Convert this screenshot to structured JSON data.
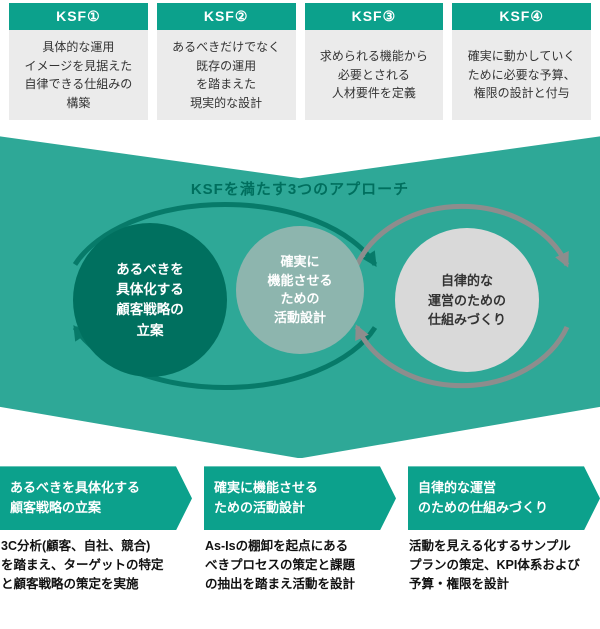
{
  "colors": {
    "teal": "#0ca18c",
    "band": "#2ea897",
    "dark_teal": "#006f5e",
    "circle1": "#00705f",
    "circle2": "#8db5ae",
    "circle3": "#d9d9d9",
    "arrow_teal": "#077a69",
    "arrow_gray": "#8d8d8d",
    "box_body": "#ebebeb"
  },
  "ksf_boxes": [
    {
      "label": "KSF①",
      "body": "具体的な運用\nイメージを見据えた\n自律できる仕組みの\n構築"
    },
    {
      "label": "KSF②",
      "body": "あるべきだけでなく\n既存の運用\nを踏まえた\n現実的な設計"
    },
    {
      "label": "KSF③",
      "body": "求められる機能から\n必要とされる\n人材要件を定義"
    },
    {
      "label": "KSF④",
      "body": "確実に動かしていく\nために必要な予算、\n権限の設計と付与"
    }
  ],
  "band": {
    "title": "KSFを満たす3つのアプローチ",
    "circles": [
      {
        "text": "あるべきを\n具体化する\n顧客戦略の\n立案"
      },
      {
        "text": "確実に\n機能させる\nための\n活動設計"
      },
      {
        "text": "自律的な\n運営のための\n仕組みづくり"
      }
    ]
  },
  "approaches": [
    {
      "banner": "あるべきを具体化する\n顧客戦略の立案",
      "description": "3C分析(顧客、自社、競合)\nを踏まえ、ターゲットの特定\nと顧客戦略の策定を実施"
    },
    {
      "banner": "確実に機能させる\nための活動設計",
      "description": "As-Isの棚卸を起点にある\nべきプロセスの策定と課題\nの抽出を踏まえ活動を設計"
    },
    {
      "banner": "自律的な運営\nのための仕組みづくり",
      "description": "活動を見える化するサンプル\nプランの策定、KPI体系および\n予算・権限を設計"
    }
  ]
}
